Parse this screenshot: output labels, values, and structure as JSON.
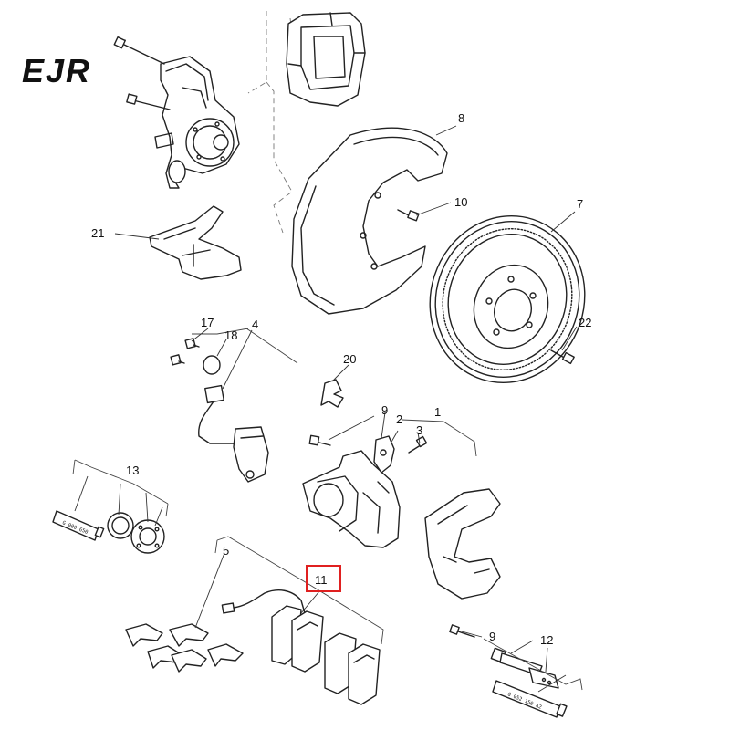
{
  "logo": {
    "text": "EJR"
  },
  "callouts": {
    "n1": "1",
    "n2": "2",
    "n3": "3",
    "n4": "4",
    "n5": "5",
    "n7": "7",
    "n8": "8",
    "n9a": "9",
    "n9b": "9",
    "n10": "10",
    "n11": "11",
    "n12": "12",
    "n13": "13",
    "n17": "17",
    "n18": "18",
    "n20": "20",
    "n21": "21",
    "n22": "22"
  },
  "tube_labels": {
    "left": "G 000 650",
    "right": "G 052 150 A2"
  },
  "highlight_color": "#e02020"
}
